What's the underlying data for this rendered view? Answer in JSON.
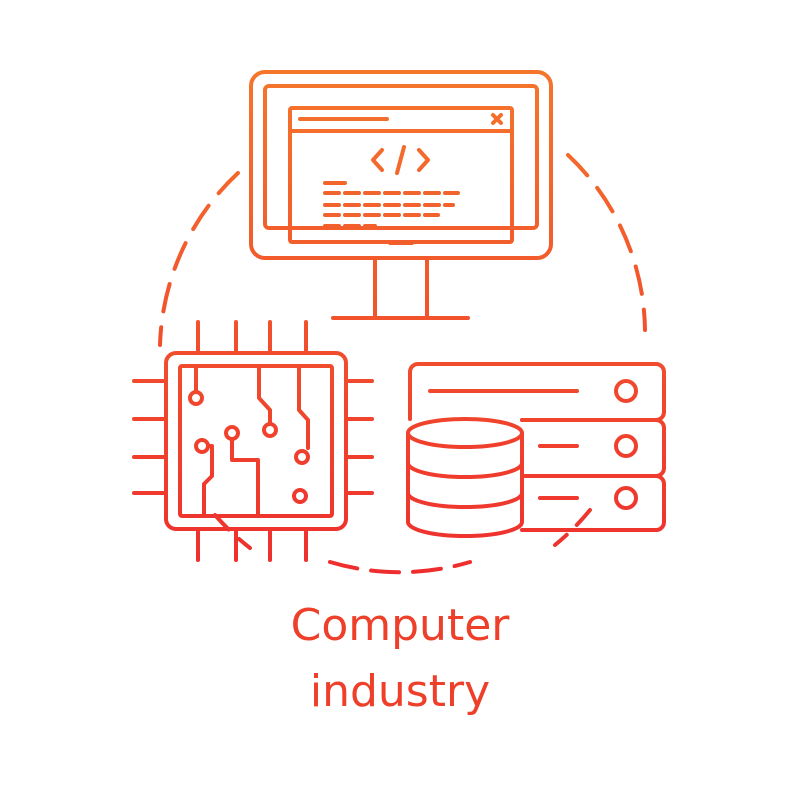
{
  "illustration": {
    "code_glyph": "</>",
    "window_close_glyph": "x",
    "colors": {
      "top": "#f26a28",
      "bottom": "#ee2d2e",
      "text": "#ee3f2a"
    },
    "icons": [
      "monitor-icon",
      "code-window-icon",
      "cpu-chip-icon",
      "database-icon",
      "server-rack-icon"
    ]
  },
  "caption": {
    "line1": "Computer",
    "line2": "industry"
  }
}
